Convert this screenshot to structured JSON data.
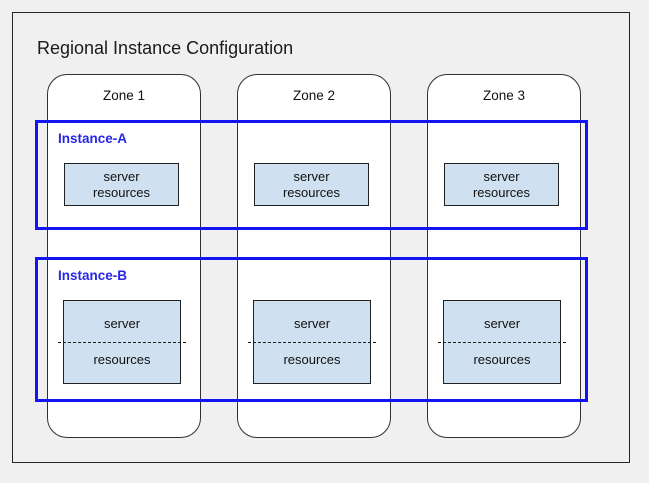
{
  "diagram": {
    "title": "Regional Instance Configuration",
    "zones": [
      {
        "label": "Zone 1"
      },
      {
        "label": "Zone 2"
      },
      {
        "label": "Zone 3"
      }
    ],
    "instances": [
      {
        "label": "Instance-A",
        "resources": [
          {
            "line1": "server",
            "line2": "resources"
          },
          {
            "line1": "server",
            "line2": "resources"
          },
          {
            "line1": "server",
            "line2": "resources"
          }
        ]
      },
      {
        "label": "Instance-B",
        "resources": [
          {
            "line1": "server",
            "line2": "resources"
          },
          {
            "line1": "server",
            "line2": "resources"
          },
          {
            "line1": "server",
            "line2": "resources"
          }
        ]
      }
    ],
    "colors": {
      "instance_border": "#1414f0",
      "instance_label": "#2626e6",
      "resource_fill": "#cfe0f0",
      "resource_border": "#202020",
      "zone_fill": "#ffffff",
      "zone_border": "#303030",
      "frame_border": "#262626",
      "background": "#f0f0f0"
    }
  }
}
